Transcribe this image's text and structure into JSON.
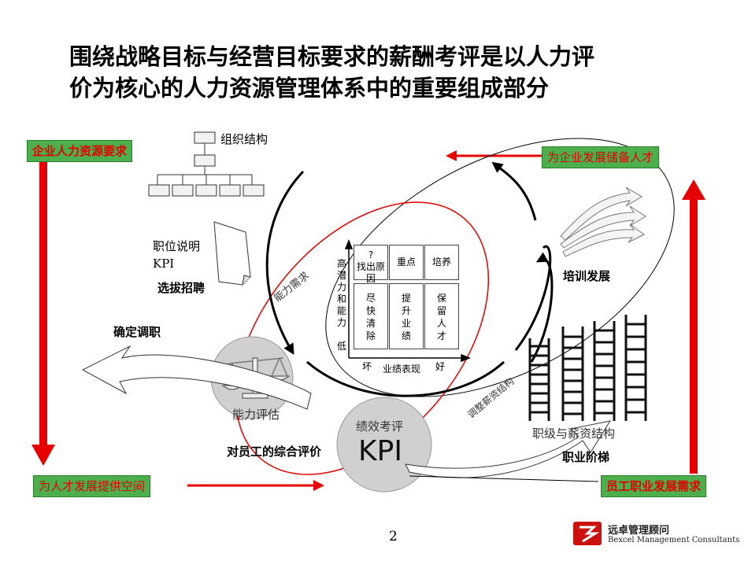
{
  "title": {
    "line1": "围绕战略目标与经营目标要求的薪酬考评是以人力评",
    "line2": "价为核心的人力资源管理体系中的重要组成部分"
  },
  "boxes": {
    "enterprise_hr": "企业人力资源要求",
    "talent_reserve": "为企业发展储备人才",
    "talent_space": "为人才发展提供空间",
    "employee_career": "员工职业发展需求"
  },
  "labels": {
    "org_structure": "组织结构",
    "job_desc_1": "职位说明",
    "job_desc_2": "KPI",
    "selection": "选拔招聘",
    "reassign": "确定调职",
    "training": "培训发展",
    "ability_assess": "能力评估",
    "comprehensive": "对员工的综合评价",
    "perf_eval": "绩效考评",
    "kpi": "KPI",
    "grade_salary": "职级与薪资结构",
    "career_ladder": "职业阶梯",
    "ability_need": "能力需求",
    "adjust_salary": "调整薪资结构"
  },
  "matrix": {
    "y_axis": "高潜力和能力低",
    "y_axis_chars": [
      "高",
      "潜",
      "力",
      "和",
      "能",
      "力",
      "",
      "低"
    ],
    "x_low": "坏",
    "x_label": "业绩表现",
    "x_high": "好",
    "cells": [
      [
        "?\n找出原因",
        "重点",
        "培养"
      ],
      [
        "尽\n快\n清\n除",
        "提\n升\n业\n绩",
        "保\n留\n人\n才"
      ]
    ]
  },
  "page_number": "2",
  "logo": {
    "cn": "远卓管理顾问",
    "en": "Bexcel Management Consultants"
  },
  "colors": {
    "red": "#e60000",
    "green": "#4cae4c",
    "text": "#000000"
  }
}
